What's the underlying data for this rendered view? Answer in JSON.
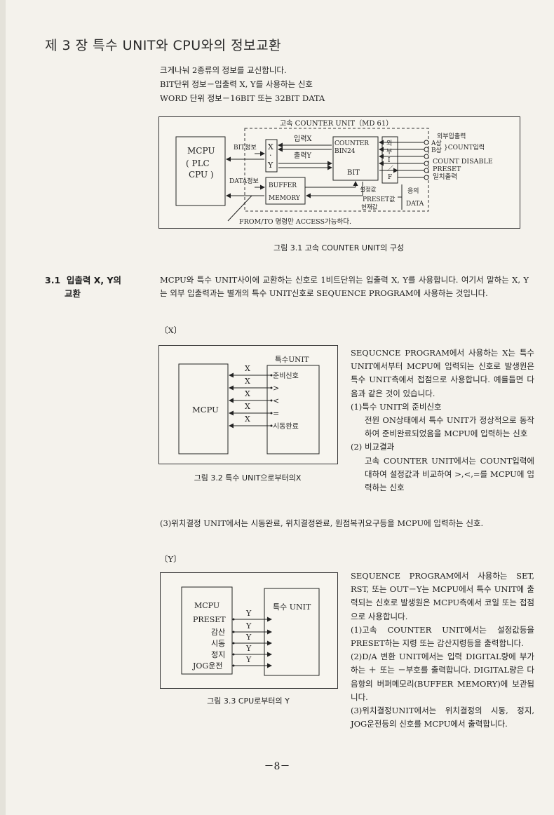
{
  "title": "제 3 장 특수 UNIT와 CPU와의 정보교환",
  "intro": [
    "크게나눠 2종류의 정보를 교신합니다.",
    "BIT단위 정보－입출력 X, Y를 사용하는 신호",
    "WORD 단위 정보－16BIT 또는 32BIT DATA"
  ],
  "fig1": {
    "caption": "그림 3.1 고속 COUNTER UNIT의 구성",
    "unit_title": "고속 COUNTER UNIT（MD 61）",
    "mcpu": [
      "MCPU",
      "( PLC",
      "CPU )"
    ],
    "bit_info": "BIT정보",
    "data_info": "DATA정보",
    "input_x": "입력X",
    "output_y": "출력Y",
    "xy_block": [
      "X",
      "·",
      "Y"
    ],
    "counter": [
      "COUNTER",
      "BIN24"
    ],
    "bit": "BIT",
    "buffer": [
      "BUFFER",
      "MEMORY"
    ],
    "interface": [
      "외",
      "부",
      "I",
      "／",
      "F"
    ],
    "set_value": "설정값",
    "preset_value": "PRESET값",
    "current_value": "현재값",
    "ext_signals": [
      "외부입출력",
      "A상",
      "B상",
      "}COUNT입력",
      "COUNT DISABLE",
      "PRESET",
      "일치출력"
    ],
    "ext_data": [
      "응의",
      "DATA"
    ],
    "access_note": "FROM/TO 명령만 ACCESS가능하다."
  },
  "section": {
    "number": "3.1",
    "heading_line1": "입출력 X, Y의",
    "heading_line2": "교환",
    "paragraph": "MCPU와 특수 UNIT사이에 교환하는 신호로 1비트단위는 입출력 X, Y를 사용합니다. 여기서 말하는 X, Y는 외부 입출력과는 별개의 특수 UNIT신호로 SEQUENCE PROGRAM에 사용하는 것입니다."
  },
  "x_section": {
    "label": "〔X〕",
    "side_text": [
      "SEQUCNCE PROGRAM에서 사용하는 X는 특수 UNIT에서부터 MCPU에 입력되는 신호로 발생원은 특수 UNIT측에서 접점으로 사용합니다. 예를들면 다음과 같은 것이 있습니다.",
      "(1)특수 UNIT의 준비신호",
      "전원 ON상태에서 특수 UNIT가 정상적으로 동작하여 준비완료되었음을 MCPU에 입력하는 신호",
      "(2) 비교결과",
      "고속 COUNTER UNIT에서는 COUNT입력에 대하여 설정값과 비교하여 >,<,=를 MCPU에 입력하는 신호"
    ],
    "item3": "(3)위치결정 UNIT에서는 시동완료, 위치결정완료, 원점복귀요구등을 MCPU에 입력하는 신호."
  },
  "fig2": {
    "caption": "그림 3.2 특수 UNIT으로부터의X",
    "mcpu": "MCPU",
    "unit": "특수UNIT",
    "x": "X",
    "signals": [
      "준비신호",
      ">",
      "<",
      "=",
      "시동완료"
    ]
  },
  "y_section": {
    "label": "〔Y〕",
    "side_text": [
      "SEQUENCE PROGRAM에서 사용하는 SET, RST, 또는 OUT－Y는 MCPU에서 특수 UNIT에 출력되는 신호로 발생원은 MCPU측에서 코일 또는 접점으로 사용합니다.",
      "(1)고속 COUNTER UNIT에서는 설정값등을 PRESET하는 지령 또는 감산지령등을 출력합니다.",
      "(2)D/A 변환 UNIT에서는 입력 DIGITAL량에 부가하는 ＋ 또는 －부호를 출력합니다. DIGITAL량은 다음항의 버퍼메모리(BUFFER MEMORY)에 보관됩니다.",
      "(3)위치결정UNIT에서는 위치결정의 시동, 정지, JOG운전등의 신호를 MCPU에서 출력합니다."
    ]
  },
  "fig3": {
    "caption": "그림 3.3 CPU로부터의 Y",
    "mcpu": "MCPU",
    "signals": [
      "PRESET",
      "감산",
      "시동",
      "정지",
      "JOG운전"
    ],
    "y": "Y",
    "unit": "특수 UNIT"
  },
  "page_number": "－8－"
}
